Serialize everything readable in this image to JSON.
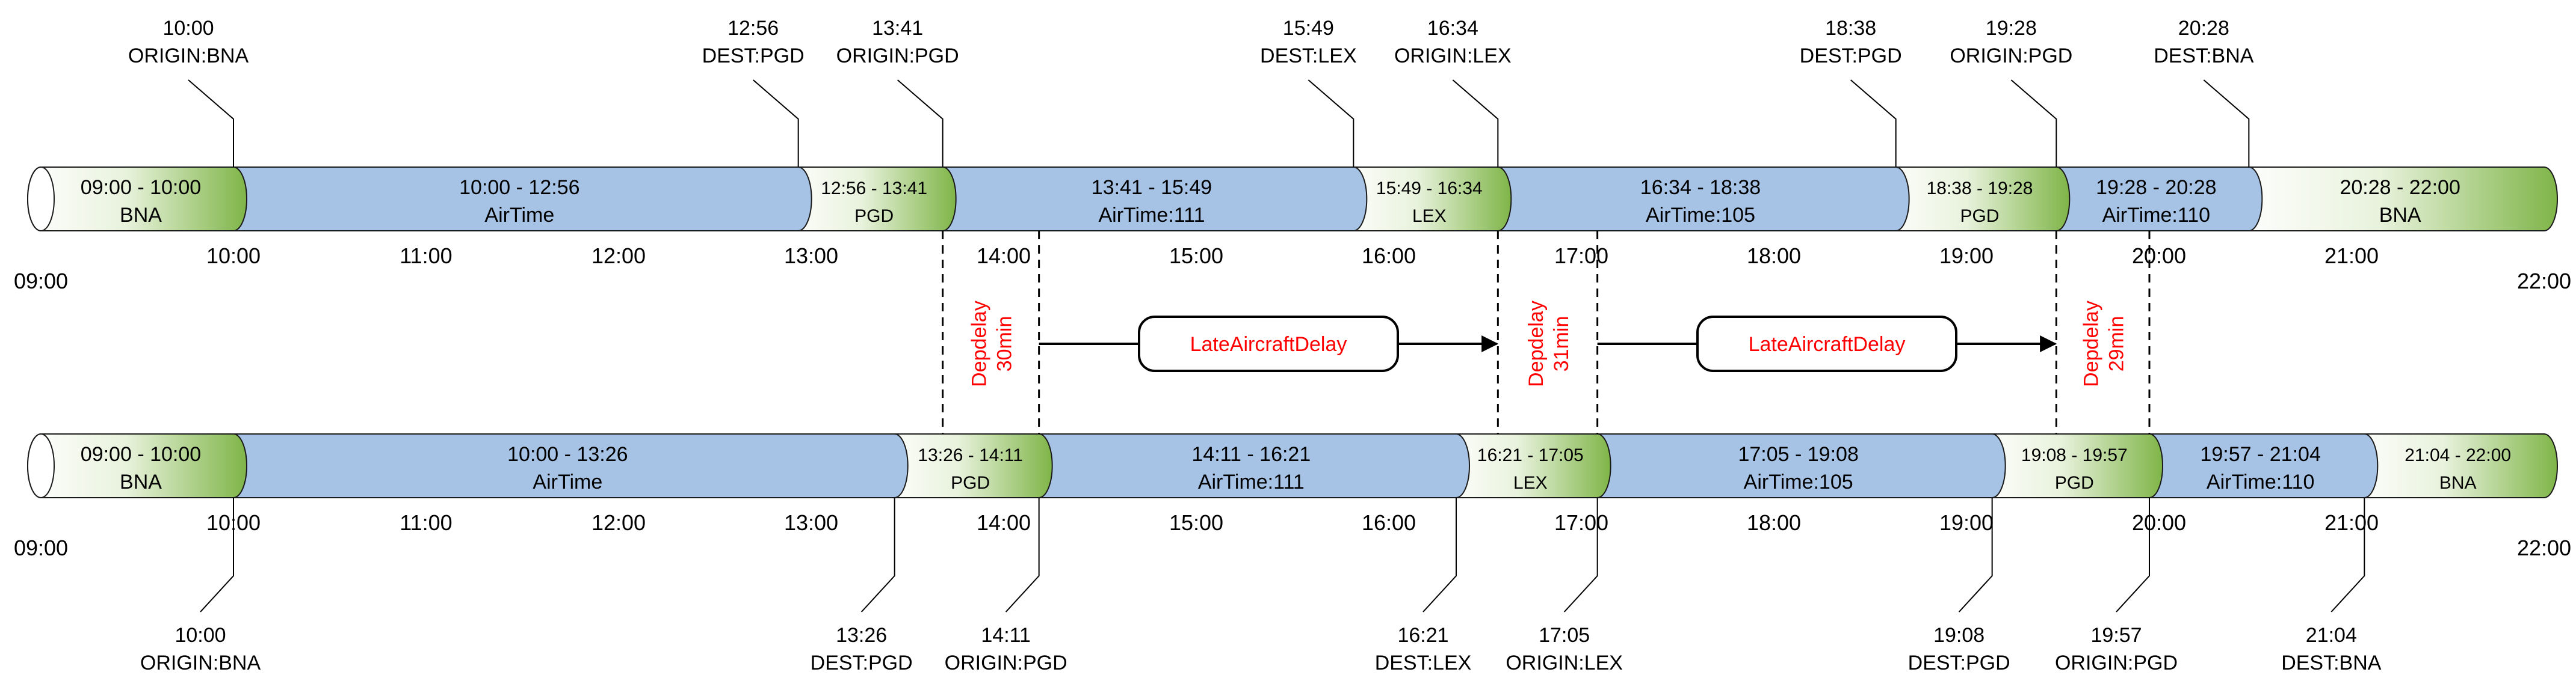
{
  "scheduled": {
    "segments": [
      {
        "line1": "09:00 - 10:00",
        "line2": "BNA",
        "kind": "ground",
        "cap": true
      },
      {
        "line1": "10:00 - 12:56",
        "line2": "AirTime",
        "kind": "air"
      },
      {
        "line1": "12:56 - 13:41",
        "line2": "PGD",
        "kind": "ground"
      },
      {
        "line1": "13:41 - 15:49",
        "line2": "AirTime:111",
        "kind": "air"
      },
      {
        "line1": "15:49 - 16:34",
        "line2": "LEX",
        "kind": "ground"
      },
      {
        "line1": "16:34 - 18:38",
        "line2": "AirTime:105",
        "kind": "air"
      },
      {
        "line1": "18:38 - 19:28",
        "line2": "PGD",
        "kind": "ground"
      },
      {
        "line1": "19:28 - 20:28",
        "line2": "AirTime:110",
        "kind": "air"
      },
      {
        "line1": "20:28 - 22:00",
        "line2": "BNA",
        "kind": "ground"
      }
    ],
    "events": [
      {
        "time": "10:00",
        "label": "ORIGIN:BNA"
      },
      {
        "time": "12:56",
        "label": "DEST:PGD"
      },
      {
        "time": "13:41",
        "label": "ORIGIN:PGD"
      },
      {
        "time": "15:49",
        "label": "DEST:LEX"
      },
      {
        "time": "16:34",
        "label": "ORIGIN:LEX"
      },
      {
        "time": "18:38",
        "label": "DEST:PGD"
      },
      {
        "time": "19:28",
        "label": "ORIGIN:PGD"
      },
      {
        "time": "20:28",
        "label": "DEST:BNA"
      }
    ]
  },
  "actual": {
    "segments": [
      {
        "line1": "09:00 - 10:00",
        "line2": "BNA",
        "kind": "ground",
        "cap": true
      },
      {
        "line1": "10:00 - 13:26",
        "line2": "AirTime",
        "kind": "air"
      },
      {
        "line1": "13:26 - 14:11",
        "line2": "PGD",
        "kind": "ground"
      },
      {
        "line1": "14:11 - 16:21",
        "line2": "AirTime:111",
        "kind": "air"
      },
      {
        "line1": "16:21 - 17:05",
        "line2": "LEX",
        "kind": "ground"
      },
      {
        "line1": "17:05 - 19:08",
        "line2": "AirTime:105",
        "kind": "air"
      },
      {
        "line1": "19:08 - 19:57",
        "line2": "PGD",
        "kind": "ground"
      },
      {
        "line1": "19:57 - 21:04",
        "line2": "AirTime:110",
        "kind": "air"
      },
      {
        "line1": "21:04 - 22:00",
        "line2": "BNA",
        "kind": "ground"
      }
    ],
    "events": [
      {
        "time": "10:00",
        "label": "ORIGIN:BNA"
      },
      {
        "time": "13:26",
        "label": "DEST:PGD"
      },
      {
        "time": "14:11",
        "label": "ORIGIN:PGD"
      },
      {
        "time": "16:21",
        "label": "DEST:LEX"
      },
      {
        "time": "17:05",
        "label": "ORIGIN:LEX"
      },
      {
        "time": "19:08",
        "label": "DEST:PGD"
      },
      {
        "time": "19:57",
        "label": "ORIGIN:PGD"
      },
      {
        "time": "21:04",
        "label": "DEST:BNA"
      }
    ]
  },
  "axis": {
    "start": "09:00",
    "end": "22:00",
    "ticks": [
      "10:00",
      "11:00",
      "12:00",
      "13:00",
      "14:00",
      "15:00",
      "16:00",
      "17:00",
      "18:00",
      "19:00",
      "20:00",
      "21:00"
    ]
  },
  "delays": [
    {
      "line1": "Depdelay",
      "line2": "30min"
    },
    {
      "line1": "Depdelay",
      "line2": "31min"
    },
    {
      "line1": "Depdelay",
      "line2": "29min"
    }
  ],
  "propagation": [
    {
      "label": "LateAircraftDelay"
    },
    {
      "label": "LateAircraftDelay"
    }
  ],
  "colors": {
    "air": "#a6c3e6",
    "ground_light": "#ffffff",
    "ground_dark": "#7fb548",
    "outline": "#1a1a1a",
    "delay_text": "#ff0000"
  }
}
